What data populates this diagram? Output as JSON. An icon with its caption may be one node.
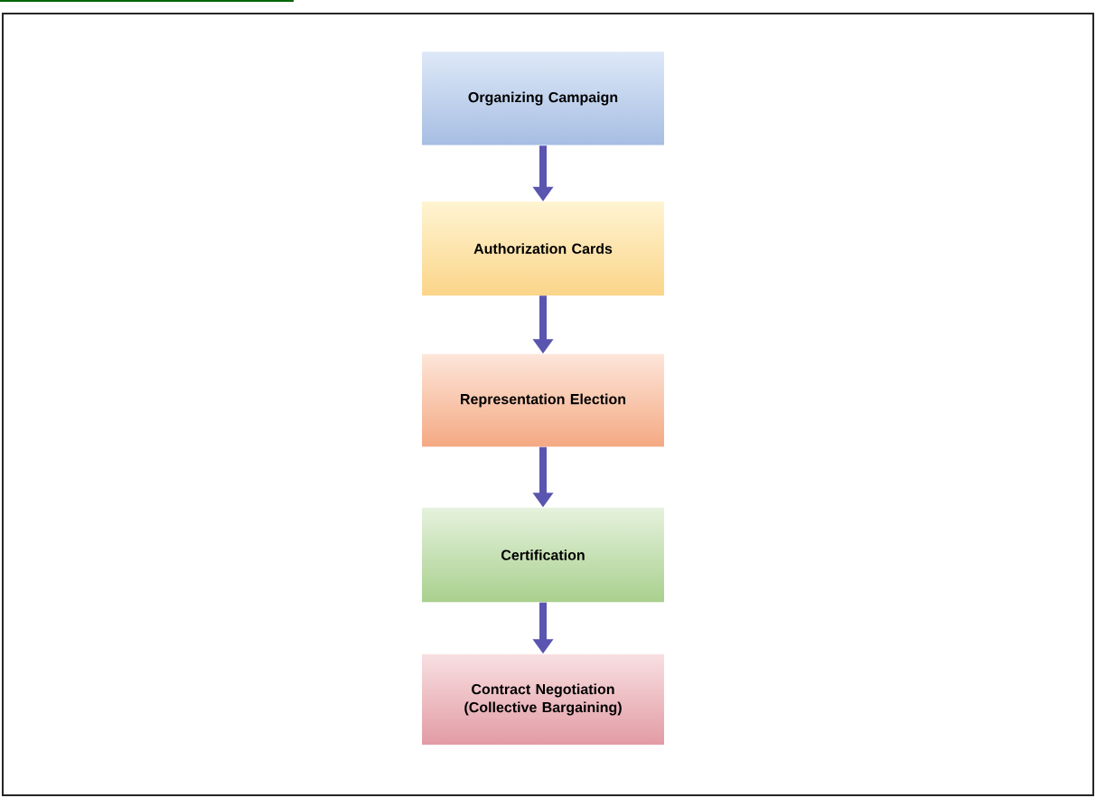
{
  "diagram": {
    "nodes": [
      {
        "text": [
          "Organizing Campaign"
        ]
      },
      {
        "text": [
          "Authorization Cards"
        ]
      },
      {
        "text": [
          "Representation Election"
        ]
      },
      {
        "text": [
          "Certification"
        ]
      },
      {
        "text": [
          "Contract Negotiation (Collective Bargaining)"
        ]
      }
    ],
    "edges": [
      {
        "from": 0,
        "to": 1,
        "arrow": "to"
      },
      {
        "from": 1,
        "to": 2,
        "arrow": "to"
      },
      {
        "from": 2,
        "to": 3,
        "arrow": "to"
      },
      {
        "from": 3,
        "to": 4,
        "arrow": "to"
      }
    ]
  }
}
